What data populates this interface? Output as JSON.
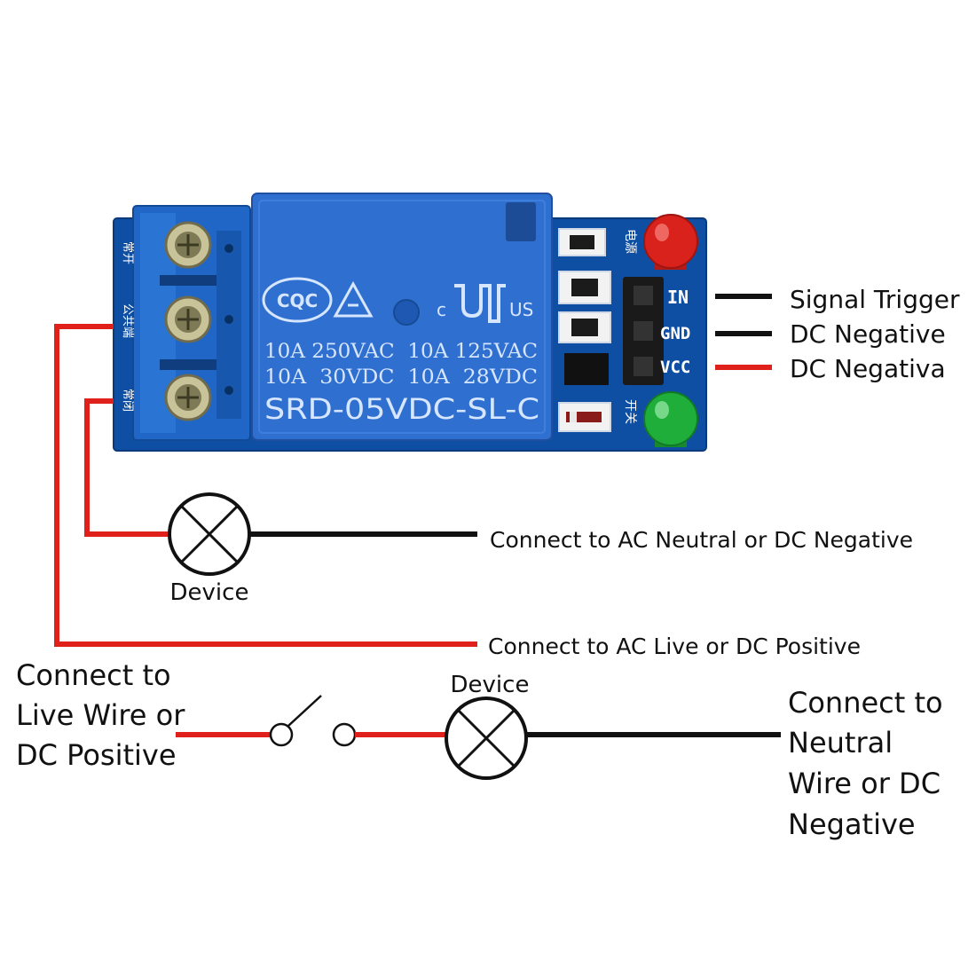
{
  "colors": {
    "wire_red": "#e0211b",
    "wire_black": "#111111",
    "pcb_blue": "#0f4fa3",
    "relay_blue": "#2f6fd0",
    "terminal_blue": "#1f66c6",
    "led_red": "#d9221c",
    "led_green": "#1fae3a"
  },
  "relay": {
    "cert": "CQC",
    "ul_c": "c",
    "ul_us": "US",
    "rating_1": "10A 250VAC  10A 125VAC",
    "rating_2": "10A  30VDC  10A  28VDC",
    "model": "SRD-05VDC-SL-C"
  },
  "pins": {
    "in": "IN",
    "gnd": "GND",
    "vcc": "VCC"
  },
  "board_marks": {
    "power_led": "电源",
    "switch_led": "开关",
    "terminal_nc": "常开",
    "terminal_com": "公共端",
    "terminal_no": "常闭"
  },
  "pin_labels": {
    "in": "Signal Trigger",
    "gnd": "DC Negative",
    "vcc": "DC Negativa"
  },
  "circuit1": {
    "device": "Device",
    "neutral": "Connect to AC Neutral or DC Negative",
    "live": "Connect to AC Live or DC Positive"
  },
  "circuit2": {
    "left": [
      "Connect to",
      "Live Wire or",
      "DC Positive"
    ],
    "device": "Device",
    "right": [
      "Connect to",
      "Neutral",
      "Wire or DC",
      "Negative"
    ]
  }
}
